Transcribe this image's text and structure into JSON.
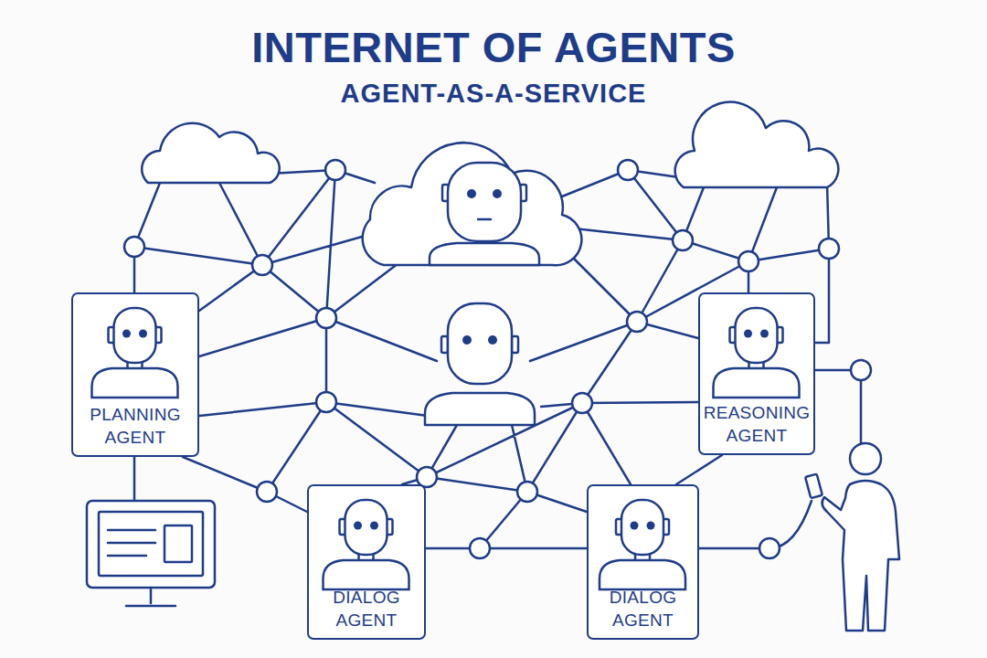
{
  "diagram": {
    "title": "INTERNET OF AGENTS",
    "nodes": [
      {
        "text": [
          "PLANNING AGENT"
        ]
      },
      {
        "text": [
          "REASONING AGENT"
        ]
      },
      {
        "text": [
          "DIALOG AGENT"
        ]
      },
      {
        "text": [
          "DIALOG AGENT"
        ]
      }
    ],
    "labels": [
      "AGENT-AS-A-SERVICE"
    ]
  }
}
